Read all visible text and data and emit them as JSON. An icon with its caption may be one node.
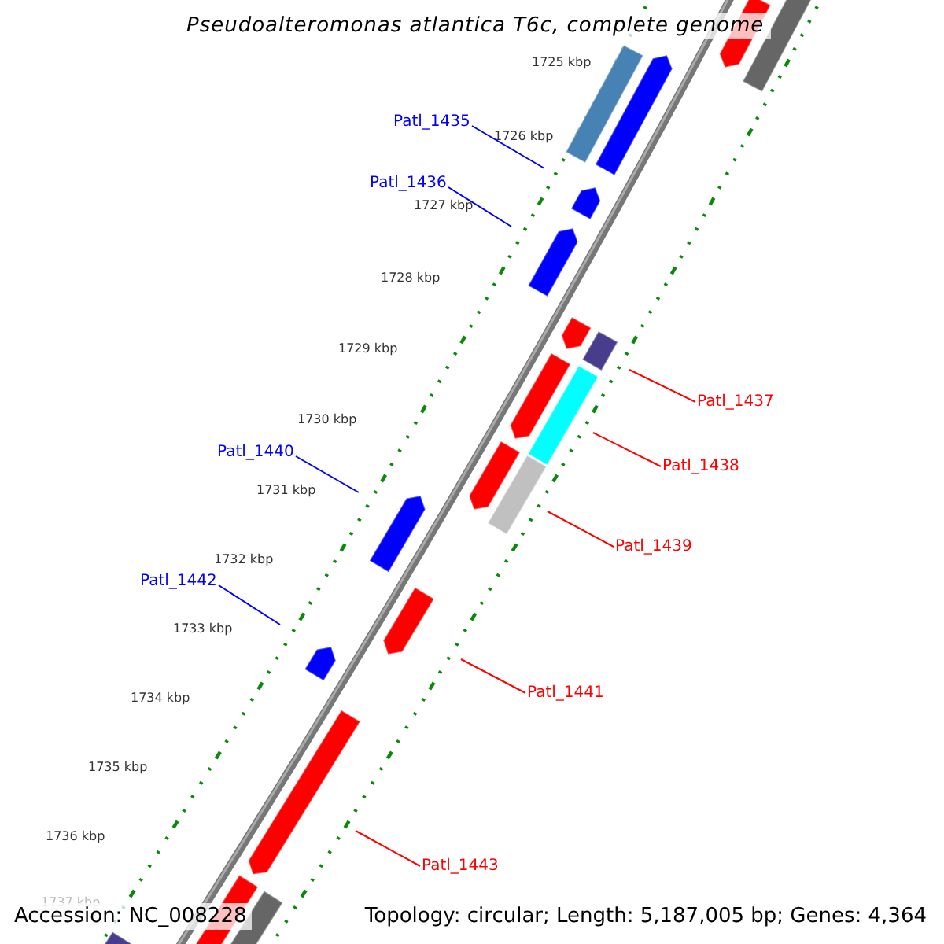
{
  "diagram": {
    "title": "Pseudoalteromonas atlantica T6c, complete genome",
    "nodes": [
      {
        "text": [
          "Patl_1435"
        ]
      },
      {
        "text": [
          "Patl_1436"
        ]
      },
      {
        "text": [
          "Patl_1437"
        ]
      },
      {
        "text": [
          "Patl_1438"
        ]
      },
      {
        "text": [
          "Patl_1439"
        ]
      },
      {
        "text": [
          "Patl_1440"
        ]
      },
      {
        "text": [
          "Patl_1441"
        ]
      },
      {
        "text": [
          "Patl_1442"
        ]
      },
      {
        "text": [
          "Patl_1443"
        ]
      }
    ],
    "edges": [
      {
        "from": 0,
        "to": null,
        "arrow": "none",
        "color": "#0000ff"
      },
      {
        "from": 1,
        "to": null,
        "arrow": "none",
        "color": "#0000ff"
      },
      {
        "from": 2,
        "to": null,
        "arrow": "none",
        "color": "#ff0000"
      },
      {
        "from": 3,
        "to": null,
        "arrow": "none",
        "color": "#ff0000"
      },
      {
        "from": 4,
        "to": null,
        "arrow": "none",
        "color": "#ff0000"
      },
      {
        "from": 5,
        "to": null,
        "arrow": "none",
        "color": "#0000ff"
      },
      {
        "from": 6,
        "to": null,
        "arrow": "none",
        "color": "#ff0000"
      },
      {
        "from": 7,
        "to": null,
        "arrow": "none",
        "color": "#0000ff"
      },
      {
        "from": 8,
        "to": null,
        "arrow": "none",
        "color": "#ff0000"
      }
    ],
    "labels": [
      "1725 kbp",
      "1726 kbp",
      "1727 kbp",
      "1728 kbp",
      "1729 kbp",
      "1730 kbp",
      "1731 kbp",
      "1732 kbp",
      "1733 kbp",
      "1734 kbp",
      "1735 kbp",
      "1736 kbp",
      "1737 kbp",
      "Accession: NC_008228",
      "Topology: circular; Length: 5,187,005 bp; Genes: 4,364"
    ]
  }
}
